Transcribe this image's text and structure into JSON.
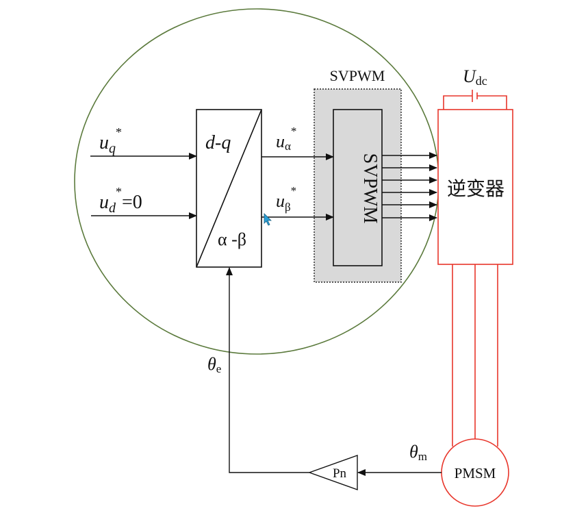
{
  "inputs": {
    "uq": {
      "base": "u",
      "sub": "q",
      "sup": "*"
    },
    "ud": {
      "base": "u",
      "sub": "d",
      "sup": "*",
      "suffix": "=0"
    }
  },
  "transform_block": {
    "top": "d-q",
    "bottom": "α -β"
  },
  "outputs": {
    "ualpha": {
      "base": "u",
      "sub": "α",
      "sup": "*"
    },
    "ubeta": {
      "base": "u",
      "sub": "β",
      "sup": "*"
    }
  },
  "svpwm": {
    "group_label": "SVPWM",
    "block_label": "SVPWM"
  },
  "inverter": {
    "label": "逆变器",
    "dc_label": {
      "base": "U",
      "sub": "dc"
    }
  },
  "motor": {
    "label": "PMSM"
  },
  "gain": {
    "label": "Pn"
  },
  "angles": {
    "theta_m": {
      "base": "θ",
      "sub": "m"
    },
    "theta_e": {
      "base": "θ",
      "sub": "e"
    }
  },
  "colors": {
    "circle": "#5b7a3c",
    "inverter": "#e8352a",
    "svpwm_fill": "#d9d9d9"
  }
}
